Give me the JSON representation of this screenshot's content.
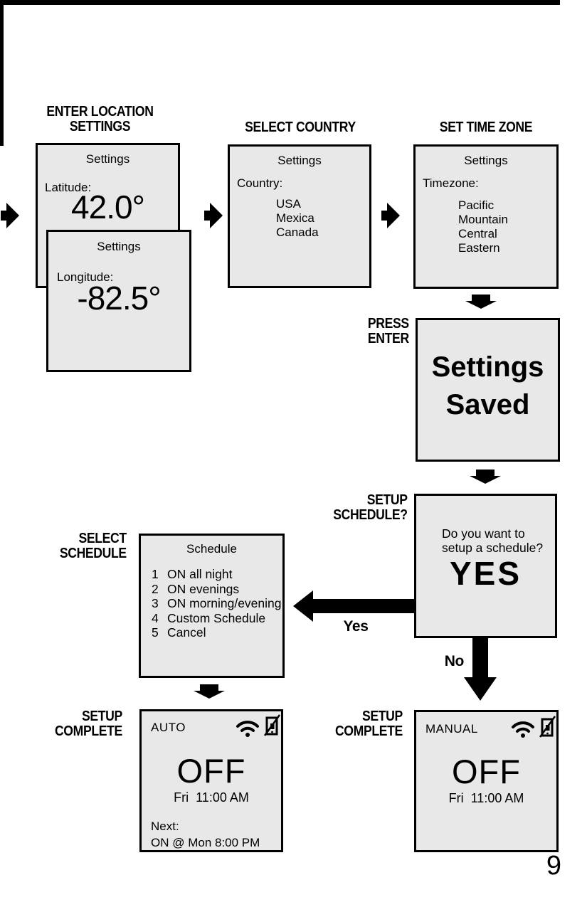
{
  "page_number": "9",
  "colors": {
    "screen_bg": "#e8e8e8",
    "line_color": "#000000",
    "page_bg": "#ffffff"
  },
  "labels": {
    "location": "ENTER LOCATION\nSETTINGS",
    "country": "SELECT COUNTRY",
    "timezone": "SET TIME ZONE",
    "press_enter": "PRESS\nENTER",
    "setup_schedule": "SETUP\nSCHEDULE?",
    "select_schedule": "SELECT\nSCHEDULE",
    "setup_complete_auto": "SETUP\nCOMPLETE",
    "setup_complete_manual": "SETUP\nCOMPLETE",
    "yes_branch": "Yes",
    "no_branch": "No"
  },
  "screens": {
    "latitude": {
      "title": "Settings",
      "field": "Latitude:",
      "value": "42.0°"
    },
    "longitude": {
      "title": "Settings",
      "field": "Longitude:",
      "value": "-82.5°"
    },
    "country": {
      "title": "Settings",
      "field": "Country:",
      "options": [
        "USA",
        "Mexica",
        "Canada"
      ]
    },
    "timezone": {
      "title": "Settings",
      "field": "Timezone:",
      "options": [
        "Pacific",
        "Mountain",
        "Central",
        "Eastern"
      ]
    },
    "saved": {
      "message": "Settings\nSaved"
    },
    "confirm": {
      "question": "Do you want to\nsetup a schedule?",
      "answer": "YES"
    },
    "schedule": {
      "title": "Schedule",
      "items": [
        {
          "num": "1",
          "text": "ON all night"
        },
        {
          "num": "2",
          "text": "ON evenings"
        },
        {
          "num": "3",
          "text": "ON morning/evening"
        },
        {
          "num": "4",
          "text": "Custom Schedule"
        },
        {
          "num": "5",
          "text": "Cancel"
        }
      ]
    },
    "auto": {
      "mode": "AUTO",
      "status": "OFF",
      "datetime": "Fri  11:00 AM",
      "next_label": "Next:",
      "next_value": "ON @ Mon 8:00 PM",
      "icons": [
        "wifi-icon",
        "switch-icon"
      ]
    },
    "manual": {
      "mode": "MANUAL",
      "status": "OFF",
      "datetime": "Fri  11:00 AM",
      "icons": [
        "wifi-icon",
        "switch-icon"
      ]
    }
  }
}
